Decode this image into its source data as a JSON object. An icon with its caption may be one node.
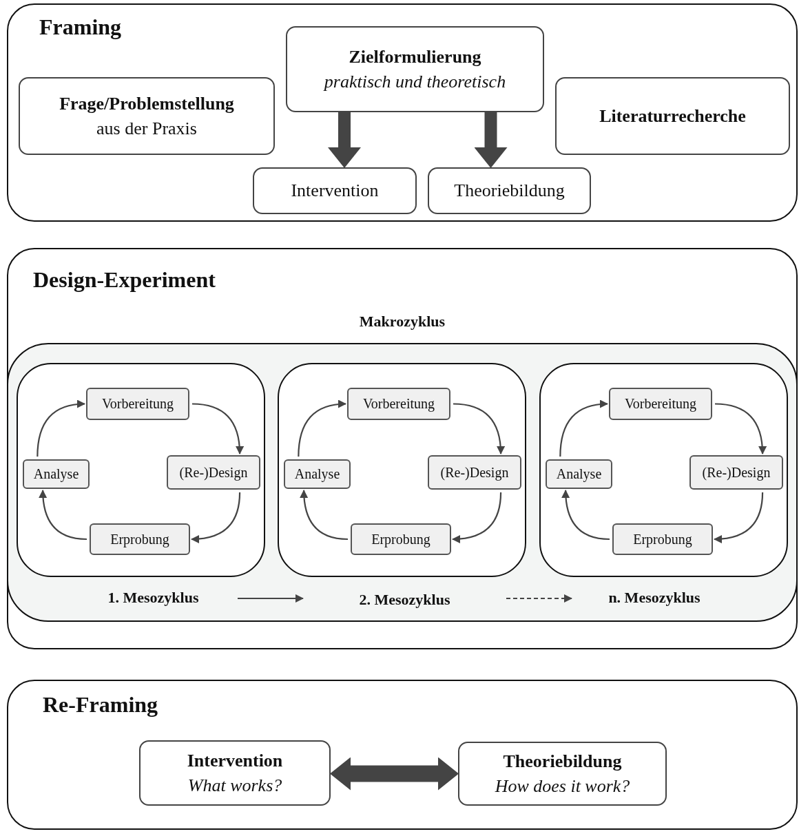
{
  "diagram": {
    "nodes": [
      {
        "text": [
          "Framing"
        ]
      },
      {
        "text": [
          "Frage/Problemstellung",
          "aus der Praxis"
        ],
        "in": 0
      },
      {
        "text": [
          "Zielformulierung",
          "praktisch und theoretisch"
        ],
        "in": 0
      },
      {
        "text": [
          "Literaturrecherche"
        ],
        "in": 0
      },
      {
        "text": [
          "Intervention"
        ],
        "in": 0
      },
      {
        "text": [
          "Theoriebildung"
        ],
        "in": 0
      },
      {
        "text": [
          "Design-Experiment"
        ]
      },
      {
        "text": [
          "Makrozyklus"
        ],
        "in": 6
      },
      {
        "text": [],
        "shape": "box",
        "in": 7
      },
      {
        "text": [
          "Vorbereitung"
        ],
        "in": 8
      },
      {
        "text": [
          "(Re-)Design"
        ],
        "in": 8
      },
      {
        "text": [
          "Erprobung"
        ],
        "in": 8
      },
      {
        "text": [
          "Analyse"
        ],
        "in": 8
      },
      {
        "text": [],
        "shape": "box",
        "in": 7
      },
      {
        "text": [
          "Vorbereitung"
        ],
        "in": 13
      },
      {
        "text": [
          "(Re-)Design"
        ],
        "in": 13
      },
      {
        "text": [
          "Erprobung"
        ],
        "in": 13
      },
      {
        "text": [
          "Analyse"
        ],
        "in": 13
      },
      {
        "text": [],
        "shape": "box",
        "in": 7
      },
      {
        "text": [
          "Vorbereitung"
        ],
        "in": 18
      },
      {
        "text": [
          "(Re-)Design"
        ],
        "in": 18
      },
      {
        "text": [
          "Erprobung"
        ],
        "in": 18
      },
      {
        "text": [
          "Analyse"
        ],
        "in": 18
      },
      {
        "text": [
          "1. Mesozyklus"
        ],
        "in": 7
      },
      {
        "text": [
          "2. Mesozyklus"
        ],
        "in": 7
      },
      {
        "text": [
          "n. Mesozyklus"
        ],
        "in": 7
      },
      {
        "text": [
          "Re-Framing"
        ]
      },
      {
        "text": [
          "Intervention",
          "What works?"
        ],
        "in": 26
      },
      {
        "text": [
          "Theoriebildung",
          "How does it work?"
        ],
        "in": 26
      }
    ],
    "edges": [
      {
        "from": 2,
        "to": 4,
        "arrow": "to",
        "style": "thick"
      },
      {
        "from": 2,
        "to": 5,
        "arrow": "to",
        "style": "thick"
      },
      {
        "from": 9,
        "to": 10,
        "arrow": "to"
      },
      {
        "from": 10,
        "to": 11,
        "arrow": "to"
      },
      {
        "from": 11,
        "to": 12,
        "arrow": "to"
      },
      {
        "from": 12,
        "to": 9,
        "arrow": "to"
      },
      {
        "from": 14,
        "to": 15,
        "arrow": "to"
      },
      {
        "from": 15,
        "to": 16,
        "arrow": "to"
      },
      {
        "from": 16,
        "to": 17,
        "arrow": "to"
      },
      {
        "from": 17,
        "to": 14,
        "arrow": "to"
      },
      {
        "from": 19,
        "to": 20,
        "arrow": "to"
      },
      {
        "from": 20,
        "to": 21,
        "arrow": "to"
      },
      {
        "from": 21,
        "to": 22,
        "arrow": "to"
      },
      {
        "from": 22,
        "to": 19,
        "arrow": "to"
      },
      {
        "from": 23,
        "to": 24,
        "arrow": "to"
      },
      {
        "from": 24,
        "to": 25,
        "arrow": "to",
        "style": "dashed"
      },
      {
        "from": 27,
        "to": 28,
        "arrow": "both",
        "style": "thick"
      }
    ]
  }
}
